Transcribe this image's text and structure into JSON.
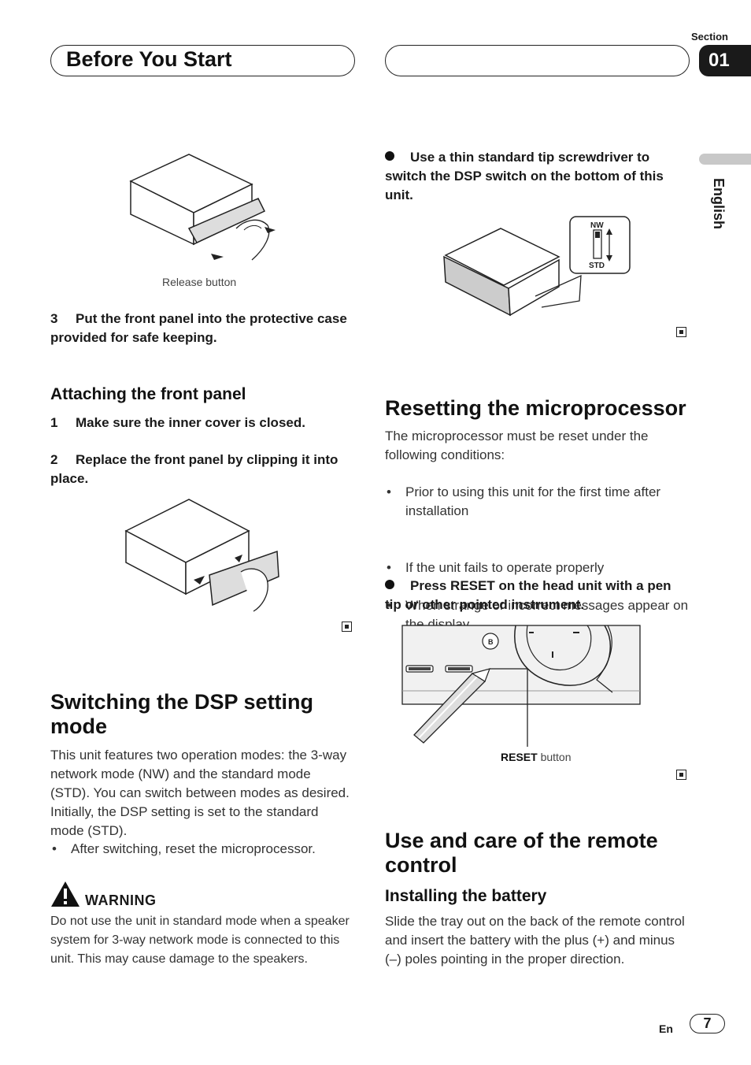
{
  "header": {
    "title": "Before You Start",
    "section_label": "Section",
    "section_number": "01"
  },
  "side_tab": {
    "language": "English"
  },
  "left": {
    "fig1_caption": "Release button",
    "step3_num": "3",
    "step3_text": "Put the front panel into the protective case provided for safe keeping.",
    "attach_heading": "Attaching the front panel",
    "attach_step1_num": "1",
    "attach_step1_text": "Make sure the inner cover is closed.",
    "attach_step2_num": "2",
    "attach_step2_text": "Replace the front panel by clipping it into place.",
    "dsp_heading": "Switching the DSP setting mode",
    "dsp_body": "This unit features two operation modes: the 3-way network mode (NW) and the standard mode (STD). You can switch between modes as desired. Initially, the DSP setting is set to the standard mode (STD).",
    "dsp_bullet": "After switching, reset the microprocessor.",
    "warning_title": "WARNING",
    "warning_body": "Do not use the unit in standard mode when a speaker system for 3-way network mode is connected to this unit. This may cause damage to the speakers."
  },
  "right": {
    "screwdriver_step": "Use a thin standard tip screwdriver to switch the DSP switch on the bottom of this unit.",
    "switch_nw": "NW",
    "switch_std": "STD",
    "reset_heading": "Resetting the microprocessor",
    "reset_body": "The microprocessor must be reset under the following conditions:",
    "reset_bullets": [
      "Prior to using this unit for the first time after installation",
      "If the unit fails to operate properly",
      "When strange or incorrect messages appear on the display"
    ],
    "press_step": "Press RESET on the head unit with a pen tip or other pointed instrument.",
    "head_unit_b": "B",
    "reset_caption_bold": "RESET",
    "reset_caption_rest": " button",
    "remote_heading": "Use and care of the remote control",
    "battery_heading": "Installing the battery",
    "battery_body": "Slide the tray out on the back of the remote control and insert the battery with the plus (+) and minus (–) poles pointing in the proper direction."
  },
  "footer": {
    "lang": "En",
    "page": "7"
  }
}
